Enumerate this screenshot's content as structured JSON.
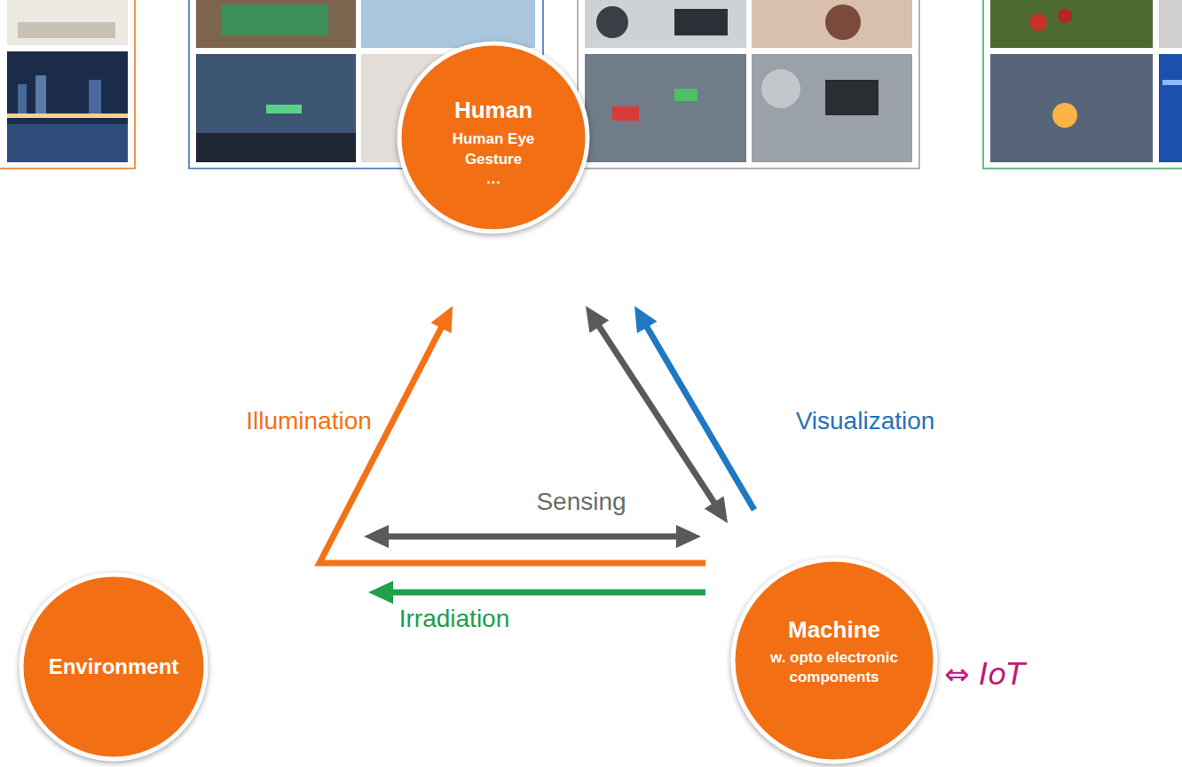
{
  "diagram": {
    "nodes": [
      {
        "text": [
          "Human",
          "Human Eye",
          "Gesture",
          "…"
        ]
      },
      {
        "text": [
          "Environment"
        ]
      },
      {
        "text": [
          "Machine",
          "w. opto electronic components"
        ]
      }
    ],
    "edges": [
      {
        "from": 2,
        "to": 0,
        "arrow": "to",
        "label": "Illumination"
      },
      {
        "from": 1,
        "to": 2,
        "arrow": "both",
        "label": "Sensing"
      },
      {
        "from": 0,
        "to": 2,
        "arrow": "both"
      },
      {
        "from": 2,
        "to": 0,
        "arrow": "to",
        "label": "Visualization"
      },
      {
        "from": 2,
        "to": 1,
        "arrow": "to",
        "label": "Irradiation"
      }
    ],
    "labels": [
      "⇔ IoT"
    ]
  }
}
